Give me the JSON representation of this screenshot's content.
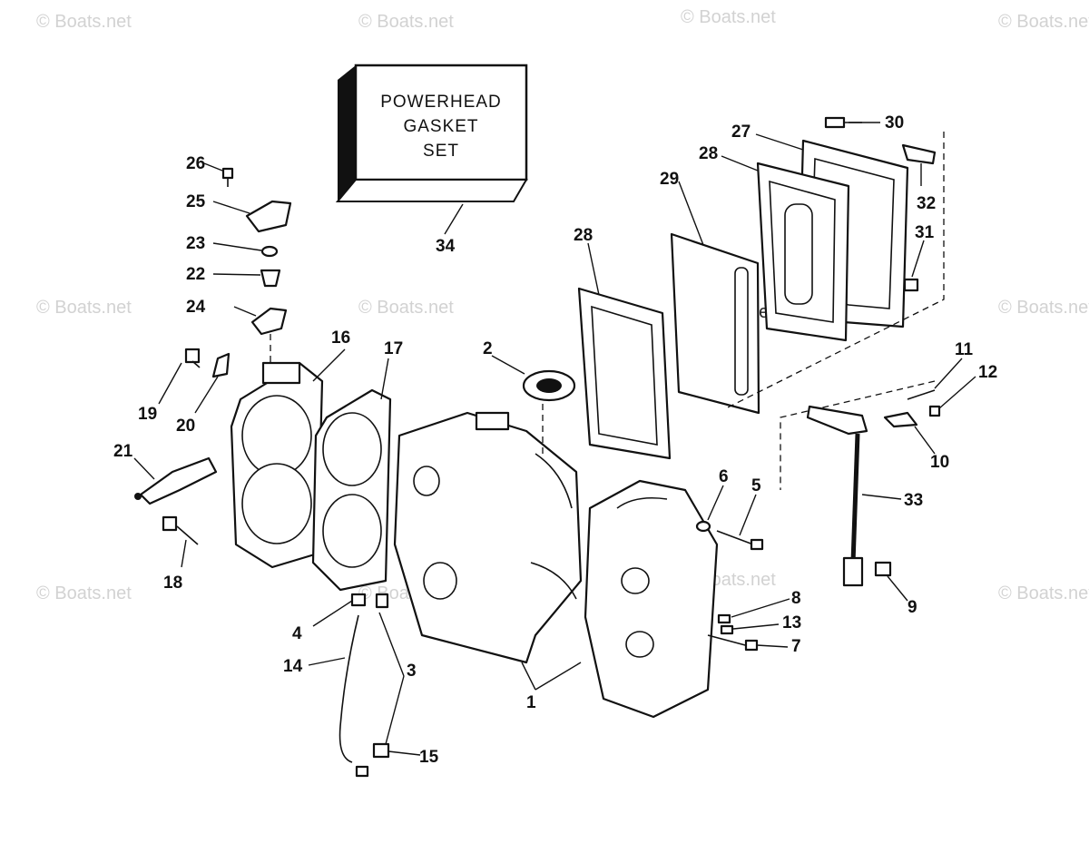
{
  "watermark": "© Boats.net",
  "gasket_box": {
    "line1": "POWERHEAD",
    "line2": "GASKET",
    "line3": "SET"
  },
  "callouts": {
    "c1": "1",
    "c2": "2",
    "c3": "3",
    "c4": "4",
    "c5": "5",
    "c6": "6",
    "c7": "7",
    "c8": "8",
    "c9": "9",
    "c10": "10",
    "c11": "11",
    "c12": "12",
    "c13": "13",
    "c14": "14",
    "c15": "15",
    "c16": "16",
    "c17": "17",
    "c18": "18",
    "c19": "19",
    "c20": "20",
    "c21": "21",
    "c22": "22",
    "c23": "23",
    "c24": "24",
    "c25": "25",
    "c26": "26",
    "c27": "27",
    "c28a": "28",
    "c28b": "28",
    "c29": "29",
    "c30": "30",
    "c31": "31",
    "c32": "32",
    "c33": "33",
    "c34": "34"
  }
}
